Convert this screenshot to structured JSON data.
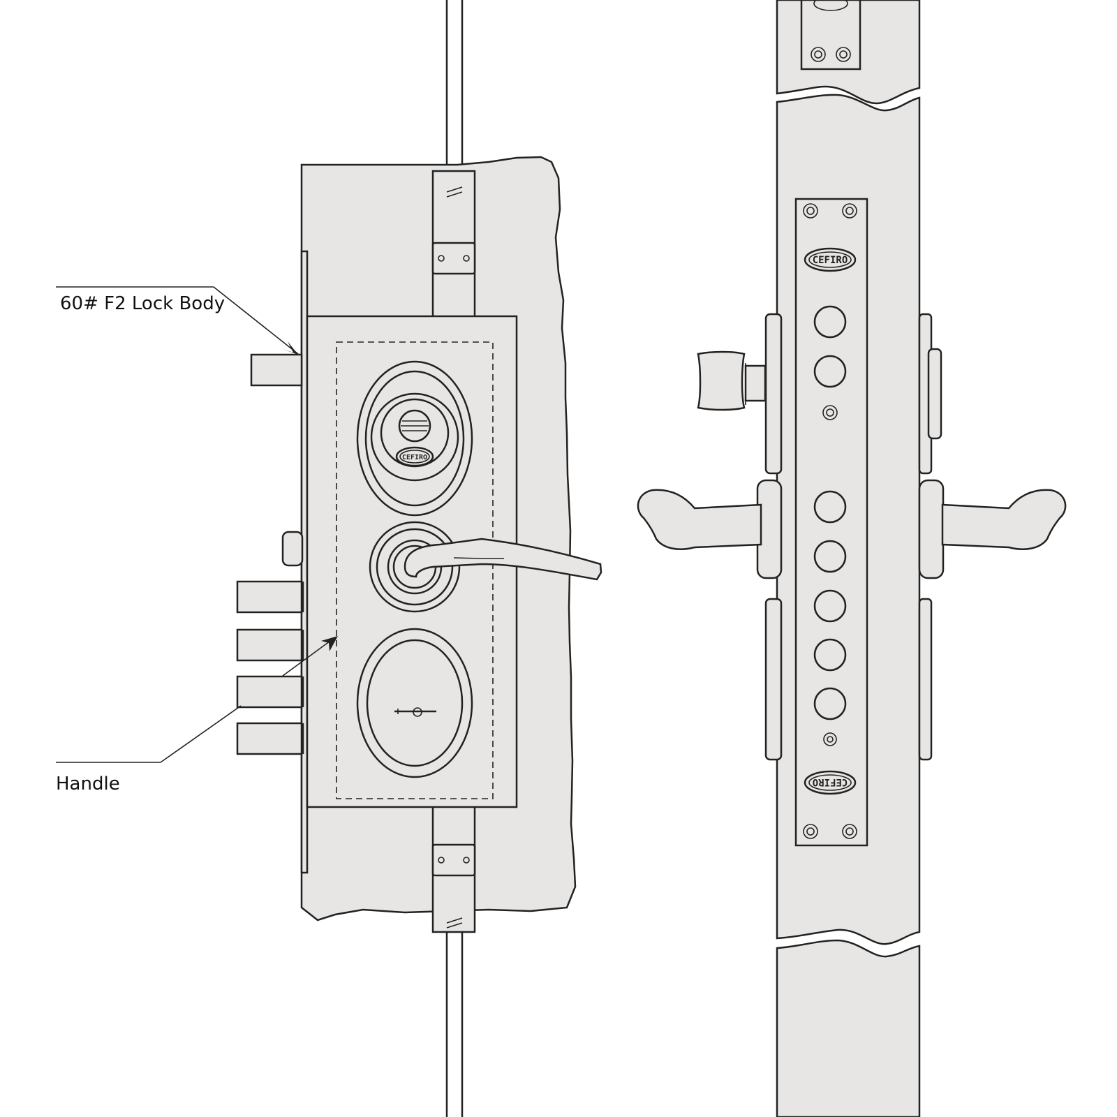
{
  "labels": {
    "lock_body": "60# F2 Lock Body",
    "handle": "Handle"
  },
  "brand": {
    "mark": "CEFIRO",
    "mark_small": "CEFIRO"
  },
  "icons": {
    "cylinder": "cylinder-icon",
    "keyhole": "keyhole-icon",
    "screw": "screw-icon"
  },
  "colors": {
    "fill": "#e8e6e4",
    "stroke": "#222222"
  }
}
